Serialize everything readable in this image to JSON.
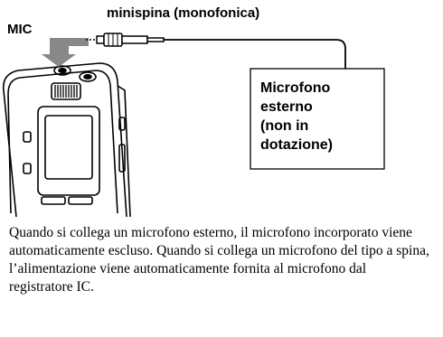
{
  "diagram": {
    "plug_label": "minispina (monofonica)",
    "jack_label": "MIC",
    "mic_box_lines": [
      "Microfono",
      "esterno",
      "(non in",
      "dotazione)"
    ]
  },
  "description": "Quando si collega un microfono esterno, il microfono incorporato viene automaticamente escluso. Quando si collega un microfono del tipo a spina, l’alimentazione viene automaticamente fornita al microfono dal registratore IC."
}
